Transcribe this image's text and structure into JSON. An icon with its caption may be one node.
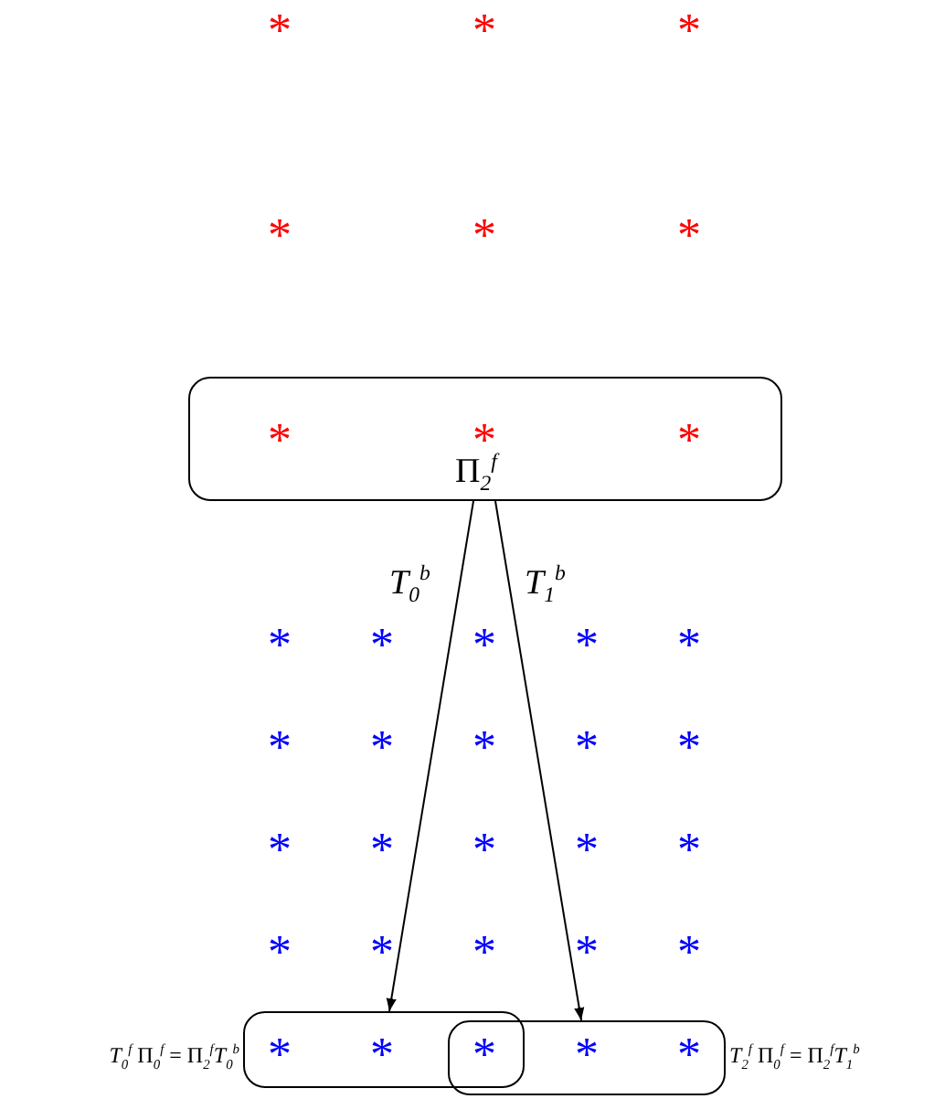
{
  "diagram": {
    "nodes": [
      {
        "text": [
          "Π$_{2}$$^{f}$"
        ]
      },
      {
        "text": [],
        "shape": "box",
        "beside": [
          "*T*$_{0}$$^{f}$ Π$_{0}$$^{f}$ = Π$_{2}$$^{f}$*T*$_{0}$$^{b}$"
        ]
      },
      {
        "text": [],
        "shape": "box",
        "beside": [
          "*T*$_{2}$$^{f}$ Π$_{0}$$^{f}$ = Π$_{2}$$^{f}$*T*$_{1}$$^{b}$"
        ]
      }
    ],
    "edges": [
      {
        "from": 0,
        "to": 1,
        "arrow": "to",
        "label": "*T*$_{0}$$^{b}$"
      },
      {
        "from": 0,
        "to": 2,
        "arrow": "to",
        "label": "*T*$_{1}$$^{b}$"
      }
    ],
    "labels": [
      "*",
      "*",
      "*",
      "*",
      "*",
      "*",
      "*",
      "*",
      "*",
      "*",
      "*",
      "*",
      "*",
      "*",
      "*",
      "*",
      "*",
      "*",
      "*",
      "*",
      "*",
      "*",
      "*",
      "*",
      "*",
      "*",
      "*",
      "*",
      "*",
      "*",
      "*",
      "*",
      "*",
      "*"
    ]
  }
}
